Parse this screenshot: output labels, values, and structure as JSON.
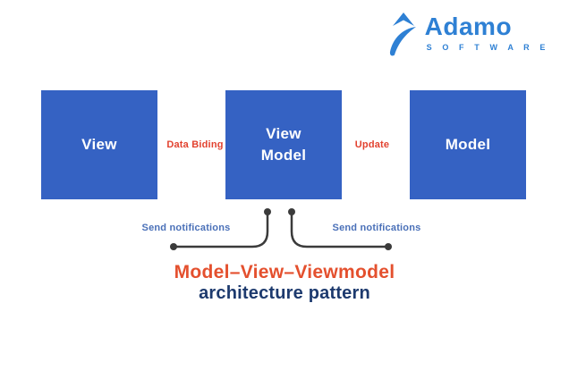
{
  "logo": {
    "brand": "Adamo",
    "sub_brand": "S O F T W A R E",
    "color": "#2e80d4",
    "icon": "adamo-sail-a-icon"
  },
  "diagram": {
    "boxes": {
      "view": {
        "label": "View"
      },
      "view_model": {
        "line1": "View",
        "line2": "Model"
      },
      "model": {
        "label": "Model"
      }
    },
    "edges": {
      "data_binding_label": "Data Biding",
      "update_label": "Update",
      "send_notifications_left_label": "Send notifications",
      "send_notifications_right_label": "Send notifications"
    },
    "colors": {
      "box_fill": "#3562c3",
      "box_text": "#ffffff",
      "edge_label_red": "#e2422f",
      "notification_label_blue": "#4a70b8",
      "connector_dark": "#3b3b3b"
    }
  },
  "caption": {
    "line1": "Model–View–Viewmodel",
    "line2": "architecture pattern",
    "line1_color": "#e4502e",
    "line2_color": "#1d3a6e"
  }
}
